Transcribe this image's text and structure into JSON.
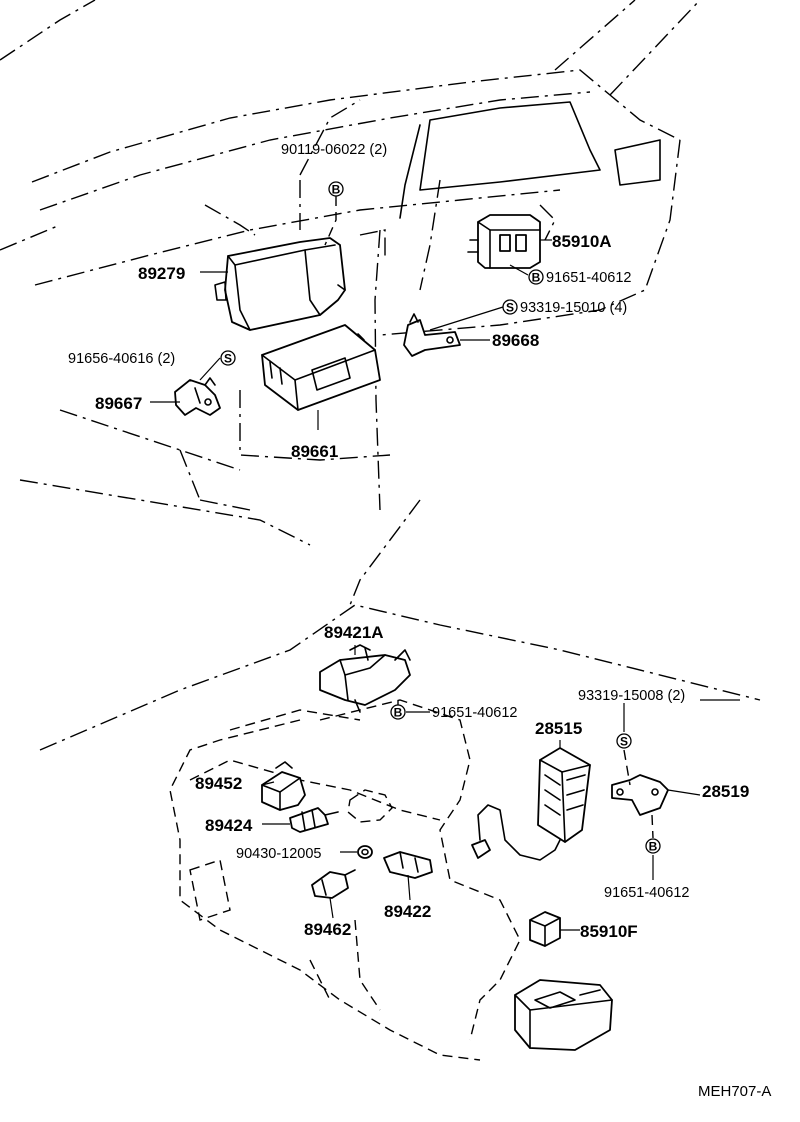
{
  "labels": {
    "p89279": "89279",
    "p89661": "89661",
    "p89667": "89667",
    "p89668": "89668",
    "p85910A": "85910A",
    "p89421A": "89421A",
    "p89452": "89452",
    "p89424": "89424",
    "p89462": "89462",
    "p89422": "89422",
    "p28515": "28515",
    "p28519": "28519",
    "p85910F": "85910F",
    "b90119": "90119-06022 (2)",
    "b91651a": "91651-40612",
    "b93319a": "93319-15010 (4)",
    "b91656": "91656-40616 (2)",
    "b91651b": "91651-40612",
    "b93319b": "93319-15008 (2)",
    "b91651c": "91651-40612",
    "b90430": "90430-12005"
  },
  "symbols": {
    "bolt": "B",
    "screw": "S"
  },
  "drawing_code": "MEH707-A"
}
